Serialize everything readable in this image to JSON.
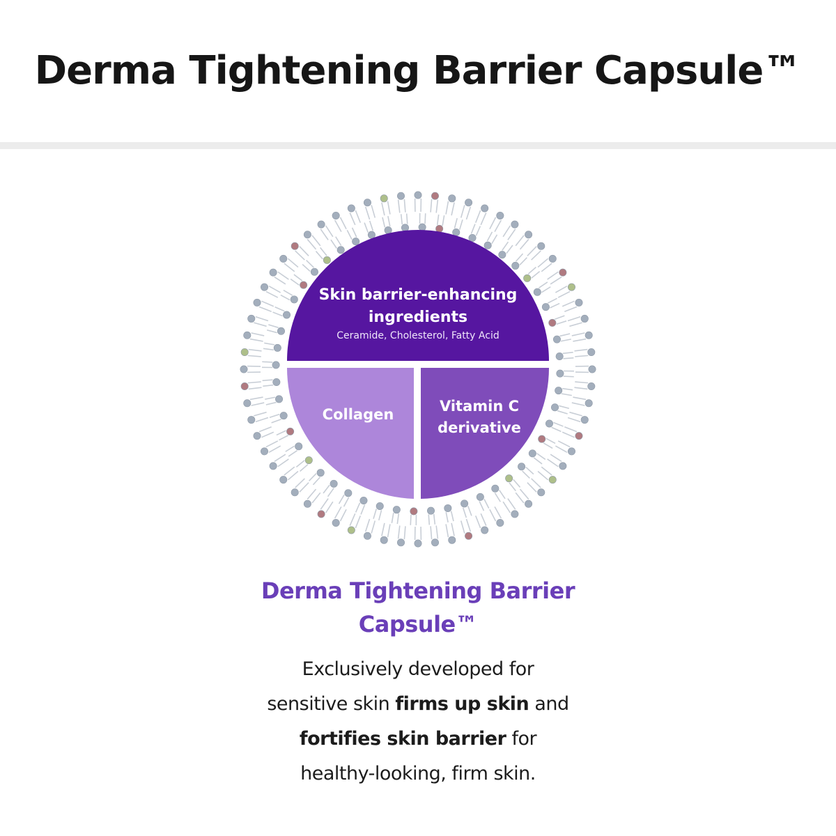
{
  "header": {
    "title": "Derma Tightening Barrier Capsule™"
  },
  "diagram": {
    "top_segment": {
      "label": "Skin barrier-enhancing ingredients",
      "sub_label": "Ceramide, Cholesterol, Fatty Acid"
    },
    "left_segment": {
      "label": "Collagen"
    },
    "right_segment": {
      "label": "Vitamin C derivative"
    },
    "colors": {
      "top_segment": "#5616a0",
      "left_segment": "#ad86da",
      "right_segment": "#7f4cba",
      "membrane_head": "#a3aebc",
      "membrane_tail": "#c8ced6",
      "accent_red": "#b07a80",
      "accent_green": "#aebf8a"
    }
  },
  "content": {
    "subtitle_line1": "Derma Tightening Barrier",
    "subtitle_line2": "Capsule™",
    "desc": {
      "line1": "Exclusively developed for",
      "line2_pre": "sensitive skin ",
      "line2_bold": "firms up skin",
      "line2_post": " and",
      "line3_bold": "fortifies skin barrier",
      "line3_post": " for",
      "line4": "healthy-looking, firm skin."
    },
    "accent_color": "#6a3fb8"
  }
}
